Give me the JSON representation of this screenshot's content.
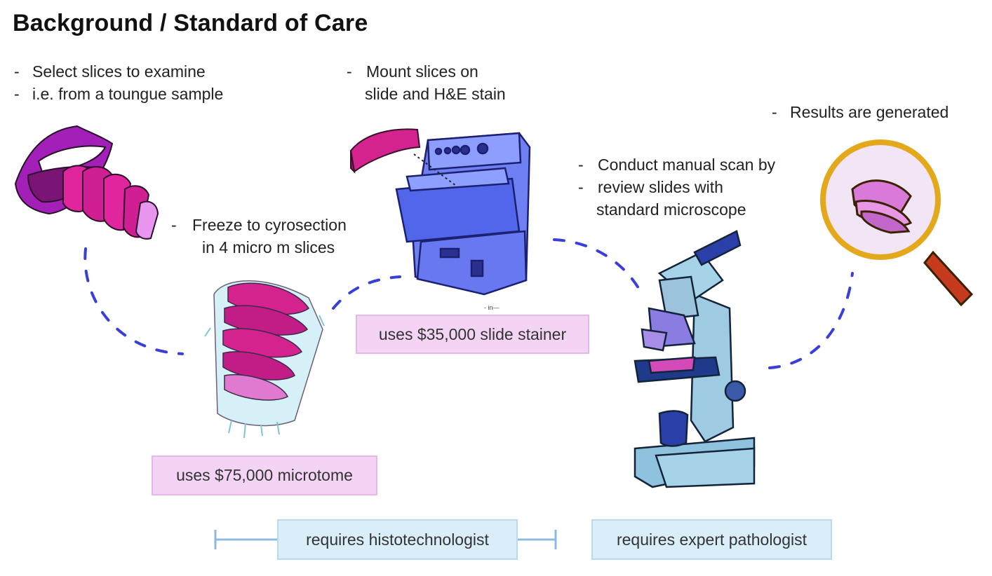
{
  "title": "Background / Standard of Care",
  "steps": {
    "select": [
      "Select slices to examine",
      "i.e. from a toungue sample"
    ],
    "mount": [
      "Mount slices on",
      "slide and H&E stain"
    ],
    "freeze": [
      "Freeze to cyrosection",
      "in 4 micro m slices"
    ],
    "scan": [
      "Conduct manual scan by",
      "review slides with",
      "standard microscope"
    ],
    "results": [
      "Results are generated"
    ]
  },
  "costs": {
    "stainer": "uses $35,000 slide stainer",
    "microtome": "uses $75,000 microtome"
  },
  "requirements": {
    "histotech": "requires histotechnologist",
    "pathologist": "requires expert pathologist"
  },
  "stray_label": "in",
  "colors": {
    "dashes": "#3a3fd8",
    "pink_box": "#f3d4f4",
    "blue_box": "#daeefa",
    "bracket": "#8fb9dd",
    "tissue": "#d6229a",
    "machine": "#5c6cf0"
  },
  "illustrations": [
    "mouth-tongue-icon",
    "frozen-tissue-icon",
    "slide-stainer-icon",
    "microscope-icon",
    "magnifier-icon"
  ]
}
